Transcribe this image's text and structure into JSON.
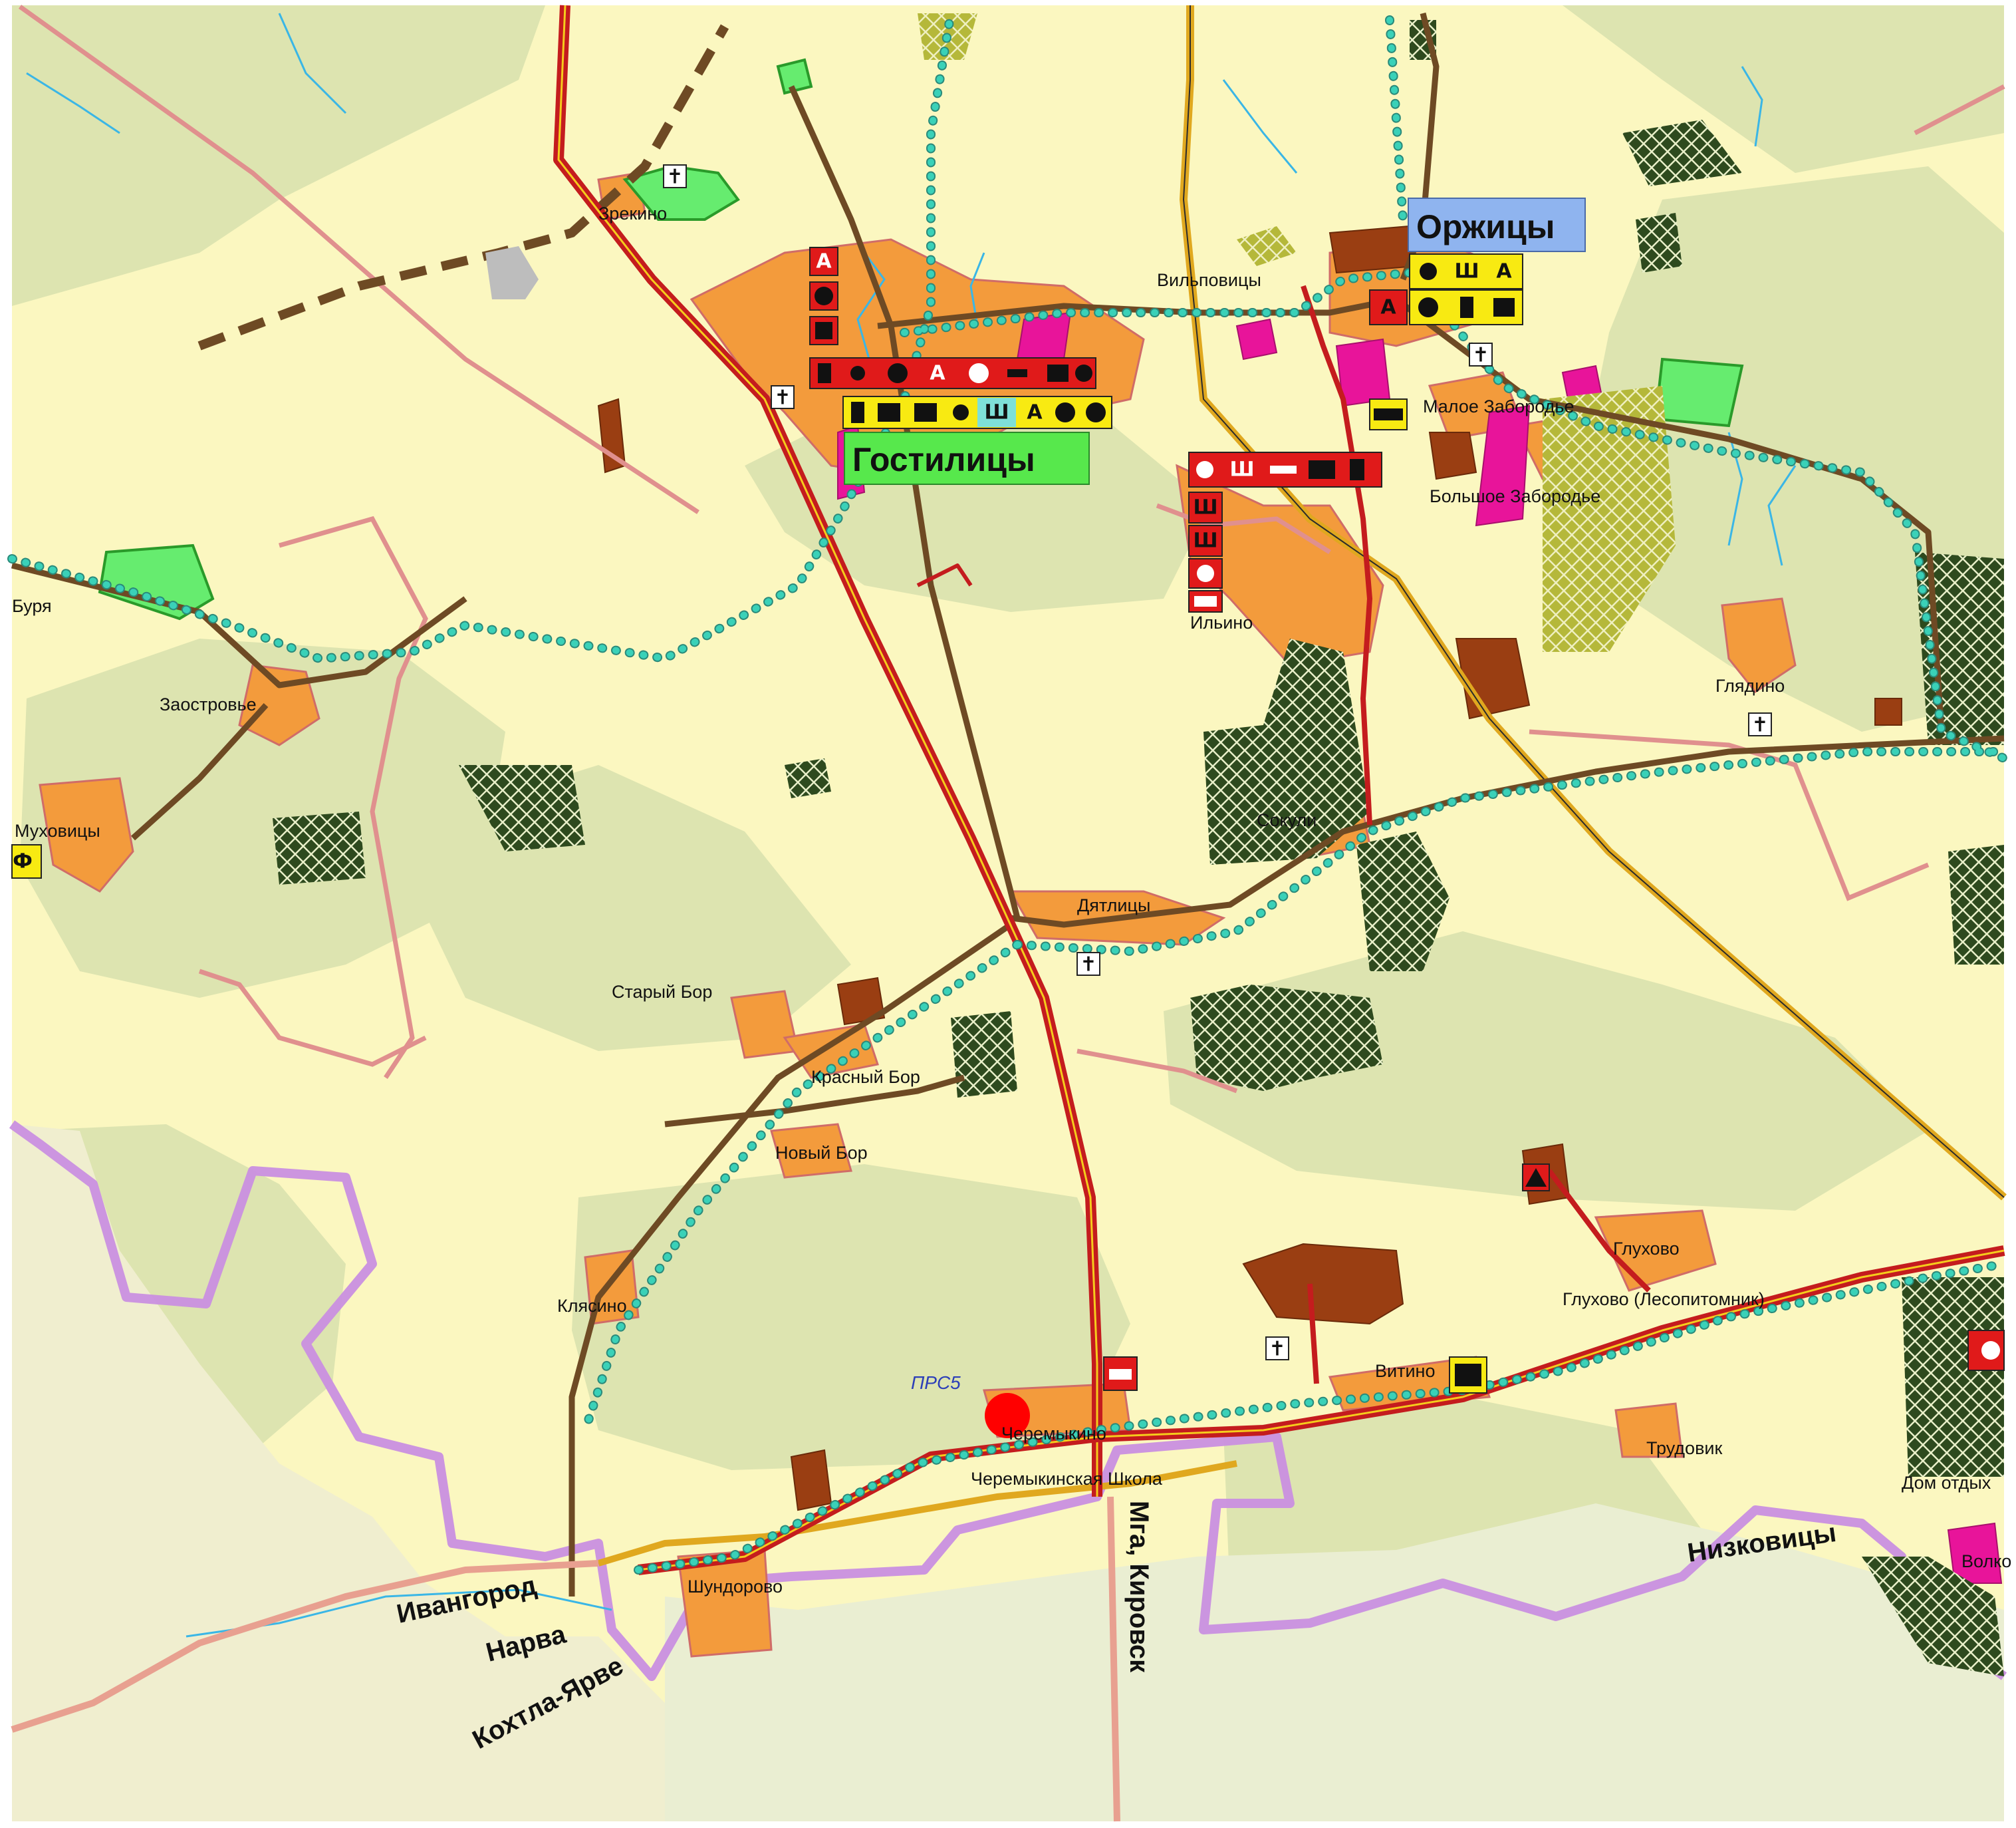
{
  "colors": {
    "field": "#fbf7c0",
    "forest": "#dde4b0",
    "settlement": "#f39b3c",
    "road_main": "#e12023",
    "road_secondary": "#6e4a24",
    "railway": "#e0a81f",
    "tourist_route": "#3ad1b8",
    "district_border": "#c98fe0",
    "hatched_forest": "#2e4a1e",
    "industrial": "#9a3e12",
    "public_zone": "#e8149a",
    "park": "#66ec6f"
  },
  "place_labels": [
    {
      "text": "Зрекино"
    },
    {
      "text": "Вильповицы"
    },
    {
      "text": "Малое Забородье"
    },
    {
      "text": "Большое Забородье"
    },
    {
      "text": "Ильино"
    },
    {
      "text": "Глядино"
    },
    {
      "text": "Буря"
    },
    {
      "text": "Заостровье"
    },
    {
      "text": "Муховицы"
    },
    {
      "text": "Сокули"
    },
    {
      "text": "Дятлицы"
    },
    {
      "text": "Старый Бор"
    },
    {
      "text": "Красный Бор"
    },
    {
      "text": "Новый Бор"
    },
    {
      "text": "Клясино"
    },
    {
      "text": "Глухово"
    },
    {
      "text": "Глухово (Лесопитомник)"
    },
    {
      "text": "Витино"
    },
    {
      "text": "Черемыкино"
    },
    {
      "text": "Черемыкинская Школа"
    },
    {
      "text": "Трудовик"
    },
    {
      "text": "Шундорово"
    },
    {
      "text": "Дом отдых"
    },
    {
      "text": "Волко"
    }
  ],
  "major_labels": [
    {
      "text": "Гостилицы",
      "bg": "#57e84c"
    },
    {
      "text": "Оржицы",
      "bg": "#8fb4ef"
    }
  ],
  "direction_labels": [
    {
      "text": "Ивангород"
    },
    {
      "text": "Нарва"
    },
    {
      "text": "Кохтла-Ярве"
    },
    {
      "text": "Мга, Кировск"
    },
    {
      "text": "Низковицы"
    }
  ],
  "marker": {
    "label": "ПРС5",
    "color": "#ff0000"
  },
  "facility_glyphs": {
    "auto": "А",
    "school": "Ш",
    "pharmacy": "Ф",
    "cemetery": "✝"
  }
}
